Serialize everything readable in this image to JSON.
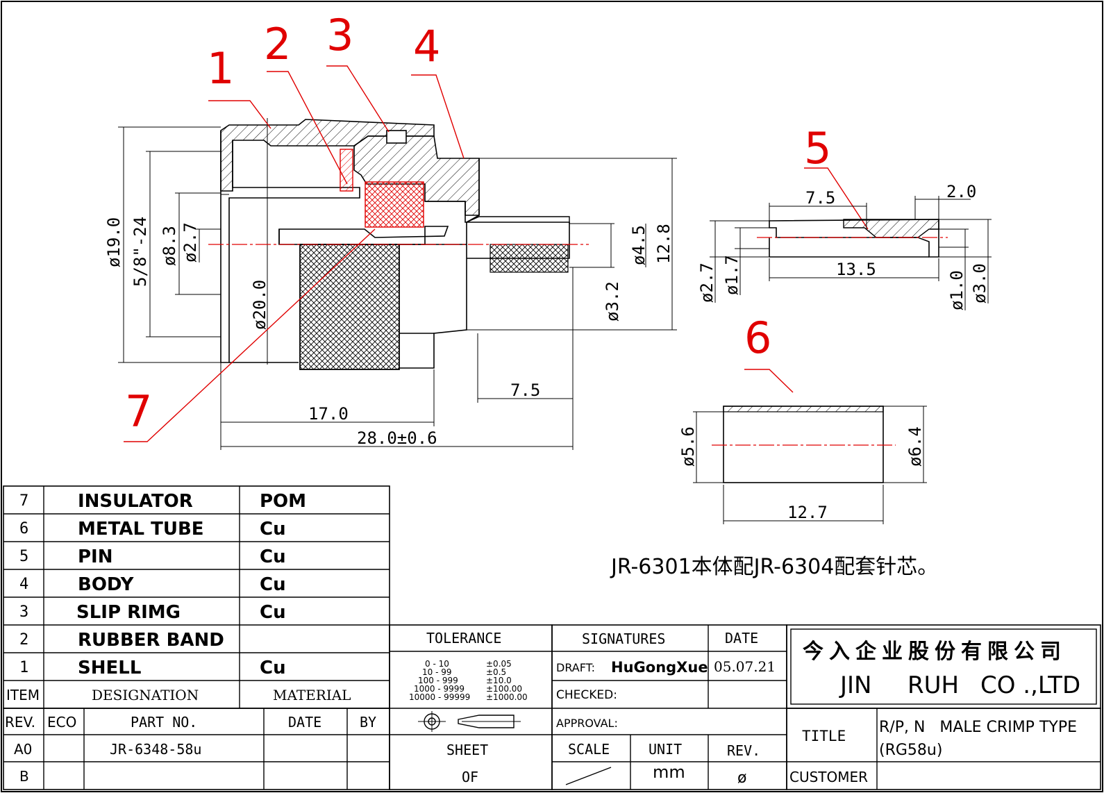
{
  "drawing": {
    "balloons": [
      "1",
      "2",
      "3",
      "4",
      "5",
      "6",
      "7"
    ],
    "dims_main": {
      "d19": "ø19.0",
      "thread": "5/8\"-24",
      "d83": "ø8.3",
      "d27": "ø2.7",
      "d20": "ø20.0",
      "d45": "ø4.5",
      "d32": "ø3.2",
      "h128": "12.8",
      "l75": "7.5",
      "l17": "17.0",
      "l28": "28.0±0.6"
    },
    "dims_pin": {
      "l75": "7.5",
      "l20": "2.0",
      "l135": "13.5",
      "d27": "ø2.7",
      "d17": "ø1.7",
      "d10": "ø1.0",
      "d30": "ø3.0"
    },
    "dims_tube": {
      "d56": "ø5.6",
      "d64": "ø6.4",
      "l127": "12.7"
    },
    "note": "JR-6301本体配JR-6304配套针芯。"
  },
  "bom": {
    "rows": [
      {
        "item": "7",
        "designation": "INSULATOR",
        "material": "POM"
      },
      {
        "item": "6",
        "designation": "METAL TUBE",
        "material": "Cu"
      },
      {
        "item": "5",
        "designation": "PIN",
        "material": "Cu"
      },
      {
        "item": "4",
        "designation": "BODY",
        "material": "Cu"
      },
      {
        "item": "3",
        "designation": "SLIP RIMG",
        "material": "Cu"
      },
      {
        "item": "2",
        "designation": "RUBBER BAND",
        "material": ""
      },
      {
        "item": "1",
        "designation": "SHELL",
        "material": "Cu"
      }
    ],
    "header": {
      "item": "ITEM",
      "designation": "DESIGNATION",
      "material": "MATERIAL"
    }
  },
  "revision": {
    "headers": {
      "rev": "REV.",
      "eco": "ECO",
      "part_no": "PART NO.",
      "date": "DATE",
      "by": "BY"
    },
    "rows": [
      {
        "rev": "A0",
        "part_no": "JR-6348-58u"
      },
      {
        "rev": "B",
        "part_no": ""
      }
    ]
  },
  "tolerance": {
    "title": "TOLERANCE",
    "rows": [
      {
        "range": "0 - 10",
        "tol": "±0.05"
      },
      {
        "range": "10 - 99",
        "tol": "±0.5"
      },
      {
        "range": "100 - 999",
        "tol": "±10.0"
      },
      {
        "range": "1000 - 9999",
        "tol": "±100.00"
      },
      {
        "range": "10000 - 99999",
        "tol": "±1000.00"
      }
    ],
    "sheet_label": "SHEET",
    "of_label": "OF"
  },
  "signatures": {
    "title": "SIGNATURES",
    "date_label": "DATE",
    "draft_label": "DRAFT:",
    "draft_name": "HuGongXue",
    "draft_date": "05.07.21",
    "checked_label": "CHECKED:",
    "approval_label": "APPROVAL:",
    "scale_label": "SCALE",
    "unit_label": "UNIT",
    "rev_label": "REV.",
    "unit_value": "mm",
    "rev_value": "ø"
  },
  "company": {
    "name_cn": "今入企业股份有限公司",
    "name_en": [
      "JIN",
      "RUH",
      "CO .,LTD"
    ]
  },
  "title_block": {
    "title_label": "TITLE",
    "title_line1": "R/P, N   MALE CRIMP TYPE",
    "title_line2": "(RG58u)",
    "customer_label": "CUSTOMER"
  },
  "colors": {
    "centerline": "#e00000",
    "line": "#000000"
  }
}
